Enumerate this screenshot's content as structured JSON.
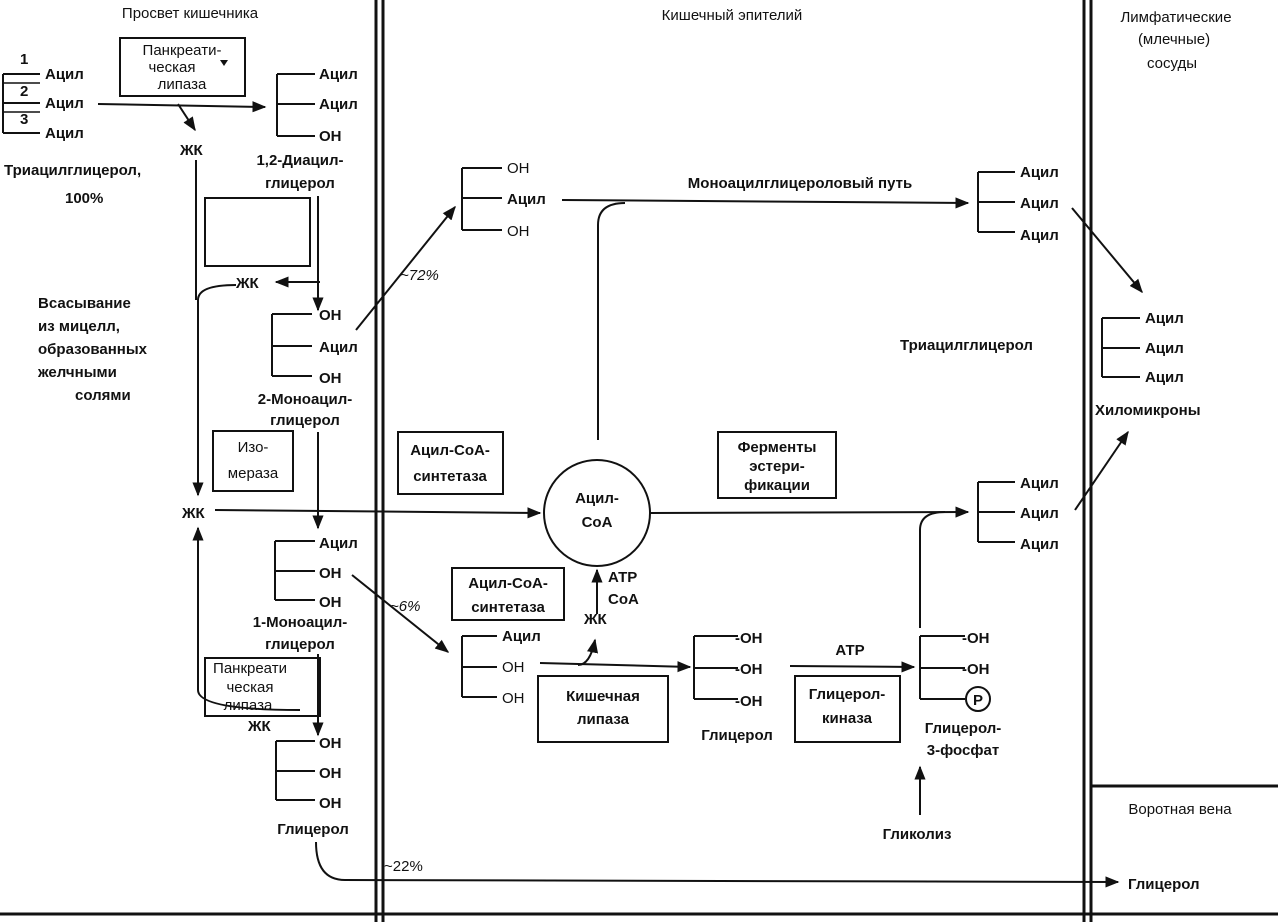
{
  "regions": {
    "lumen": "Просвет кишечника",
    "epithelium": "Кишечный эпителий",
    "lymph": [
      "Лимфатические",
      "(млечные)",
      "сосуды"
    ],
    "portal": "Воротная вена"
  },
  "groups": {
    "acyl": "Ацил",
    "oh": "ОН",
    "oh_dash": "-ОН",
    "p": "Р"
  },
  "molecules": {
    "tag_name": "Триацилглицерол,",
    "tag_percent": "100%",
    "pos1": "1",
    "pos2": "2",
    "pos3": "3",
    "dag": [
      "1,2-Диацил-",
      "глицерол"
    ],
    "mag2": [
      "2-Моноацил-",
      "глицерол"
    ],
    "mag1": [
      "1-Моноацил-",
      "глицерол"
    ],
    "glycerol": "Глицерол",
    "glycerol_epi": "Глицерол",
    "g3p": [
      "Глицерол-",
      "3-фосфат"
    ],
    "tag_epi": "Триацилглицерол",
    "chylomicrons": "Хиломикроны",
    "acylcoa": [
      "Ацил-",
      "CoA"
    ],
    "glycerol_portal": "Глицерол"
  },
  "enzymes": {
    "pancreatic_lipase_top": [
      "Панкреати-",
      "ческая",
      "липаза"
    ],
    "isomerase": [
      "Изо-",
      "мераза"
    ],
    "pancreatic_lipase_bottom": [
      "Панкреати",
      "ческая",
      "липаза"
    ],
    "acylcoa_synthetase_top": [
      "Ацил-CoA-",
      "синтетаза"
    ],
    "acylcoa_synthetase_bottom": [
      "Ацил-CoA-",
      "синтетаза"
    ],
    "esterification": [
      "Ферменты",
      "эстери-",
      "фикации"
    ],
    "intestinal_lipase": [
      "Кишечная",
      "липаза"
    ],
    "glycerol_kinase": [
      "Глицерол-",
      "киназа"
    ]
  },
  "labels": {
    "fa": "ЖК",
    "absorption": [
      "Всасывание",
      "из мицелл,",
      "образованных",
      "желчными",
      "солями"
    ],
    "pct72": "~72%",
    "pct6": "~6%",
    "pct22": "~22%",
    "mag_pathway": "Моноацилглицероловый путь",
    "atp": "АТР",
    "coa": "CoA",
    "glycolysis": "Гликолиз"
  }
}
